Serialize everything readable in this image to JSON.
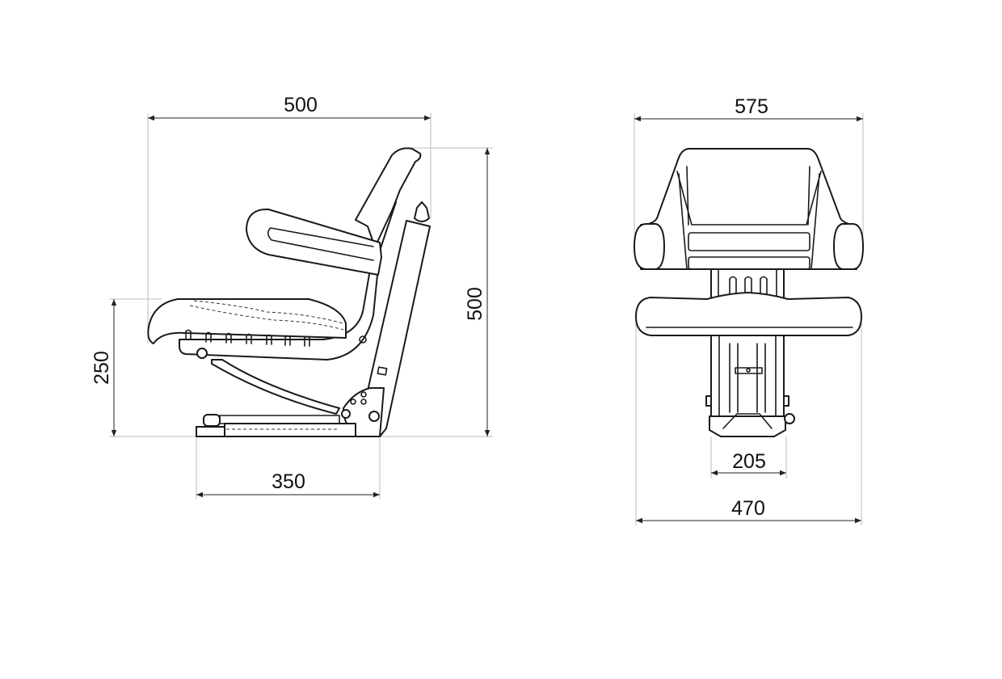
{
  "side_view": {
    "dimensions": {
      "overall_depth": "500",
      "overall_height": "500",
      "seat_height": "250",
      "base_length": "350"
    }
  },
  "front_view": {
    "dimensions": {
      "overall_width": "575",
      "base_width": "205",
      "seat_width": "470"
    }
  },
  "colors": {
    "line": "#1a1a1a",
    "extension_line": "#bdbdbd"
  }
}
